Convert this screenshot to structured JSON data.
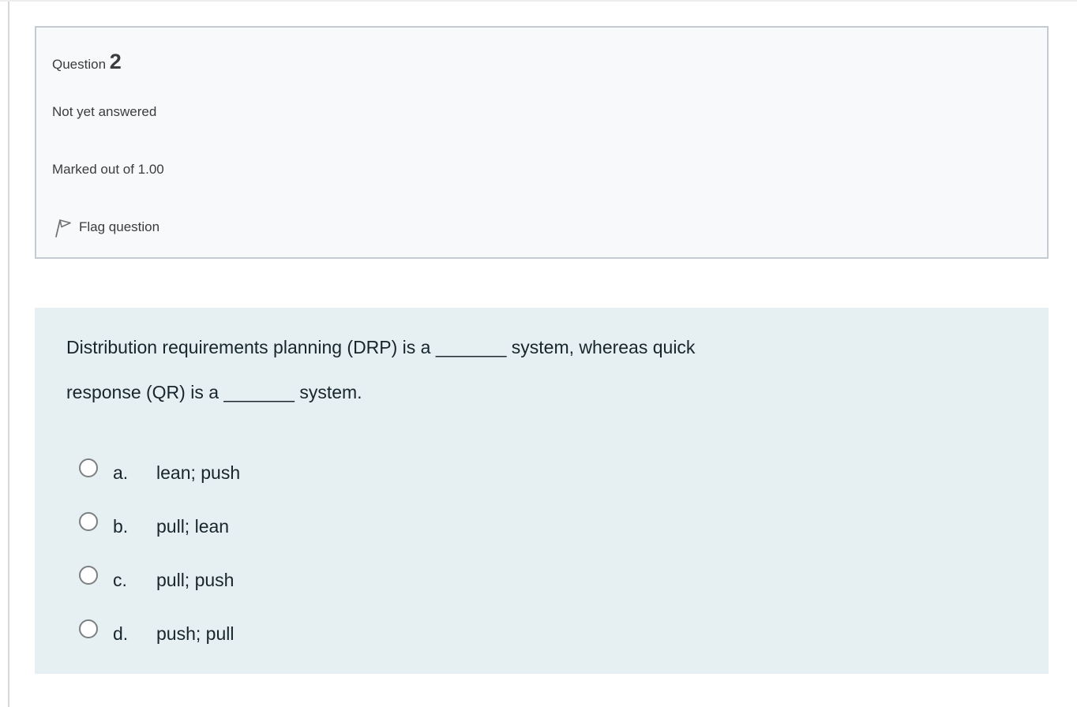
{
  "question_info": {
    "label": "Question",
    "number": "2",
    "status": "Not yet answered",
    "marks": "Marked out of 1.00",
    "flag_label": "Flag question",
    "flag_icon": "flag-outline"
  },
  "question": {
    "line1": "Distribution requirements planning (DRP) is a _______ system, whereas quick",
    "line2": "response (QR) is a _______ system."
  },
  "options": [
    {
      "letter": "a.",
      "text": "lean; push"
    },
    {
      "letter": "b.",
      "text": "pull; lean"
    },
    {
      "letter": "c.",
      "text": "pull; push"
    },
    {
      "letter": "d.",
      "text": "push; pull"
    }
  ],
  "colors": {
    "info_box_background": "#f8f9fa",
    "info_box_border": "#c5cbd1",
    "question_box_background": "#e6eff2",
    "question_text": "#17262c",
    "info_text": "#3c3c3c",
    "radio_border": "#7b7f82",
    "flag_icon": "#6e7275"
  }
}
